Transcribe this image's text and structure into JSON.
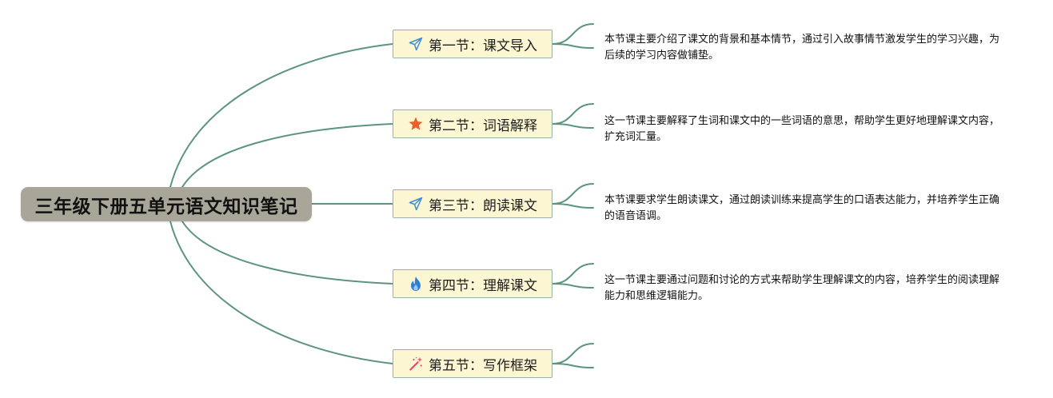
{
  "root": {
    "title": "三年级下册五单元语文知识笔记"
  },
  "colors": {
    "link": "#5c9480",
    "root_bg": "#a8a698",
    "branch_bg": "#fdf6d3",
    "branch_border": "#96b3a8"
  },
  "branches": [
    {
      "label": "第一节：课文导入",
      "icon": "paper-plane-icon",
      "note": "本节课主要介绍了课文的背景和基本情节，通过引入故事情节激发学生的学习兴趣，为后续的学习内容做铺垫。"
    },
    {
      "label": "第二节：词语解释",
      "icon": "star-icon",
      "note": "这一节课主要解释了生词和课文中的一些词语的意思，帮助学生更好地理解课文内容，扩充词汇量。"
    },
    {
      "label": "第三节：朗读课文",
      "icon": "paper-plane-icon",
      "note": "本节课要求学生朗读课文，通过朗读训练来提高学生的口语表达能力，并培养学生正确的语音语调。"
    },
    {
      "label": "第四节：理解课文",
      "icon": "flame-icon",
      "note": "这一节课主要通过问题和讨论的方式来帮助学生理解课文的内容，培养学生的阅读理解能力和思维逻辑能力。"
    },
    {
      "label": "第五节：写作框架",
      "icon": "magic-wand-icon",
      "note": ""
    }
  ]
}
